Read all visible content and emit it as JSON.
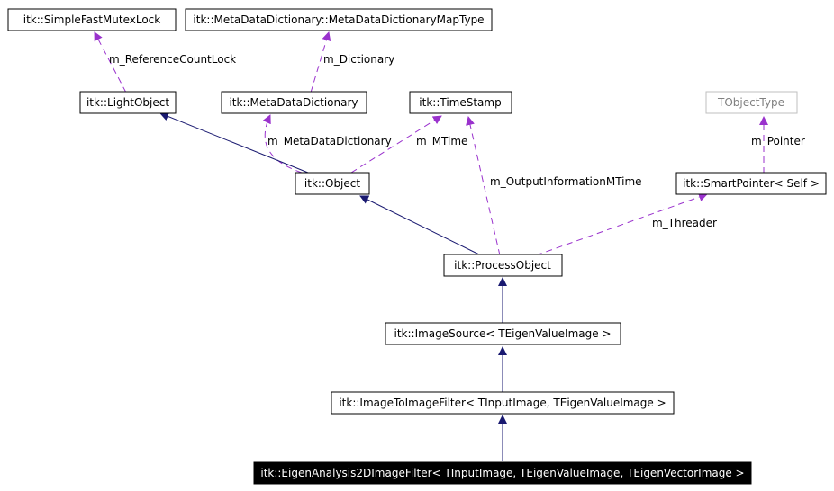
{
  "nodes": {
    "simple_fast_mutex_lock": "itk::SimpleFastMutexLock",
    "meta_data_dictionary_map_type": "itk::MetaDataDictionary::MetaDataDictionaryMapType",
    "light_object": "itk::LightObject",
    "meta_data_dictionary": "itk::MetaDataDictionary",
    "time_stamp": "itk::TimeStamp",
    "t_object_type": "TObjectType",
    "object": "itk::Object",
    "smart_pointer": "itk::SmartPointer< Self >",
    "process_object": "itk::ProcessObject",
    "image_source": "itk::ImageSource< TEigenValueImage >",
    "image_to_image_filter": "itk::ImageToImageFilter< TInputImage, TEigenValueImage >",
    "eigen_analysis_filter": "itk::EigenAnalysis2DImageFilter< TInputImage, TEigenValueImage, TEigenVectorImage >"
  },
  "edge_labels": {
    "reference_count_lock": "m_ReferenceCountLock",
    "dictionary": "m_Dictionary",
    "meta_data_dictionary": "m_MetaDataDictionary",
    "mtime": "m_MTime",
    "output_information_mtime": "m_OutputInformationMTime",
    "pointer": "m_Pointer",
    "threader": "m_Threader"
  },
  "colors": {
    "inheritance_edge": "#191970",
    "member_edge": "#9a32cd",
    "selected_node_fill": "#000000",
    "template_node_border": "#bfbfbf"
  }
}
